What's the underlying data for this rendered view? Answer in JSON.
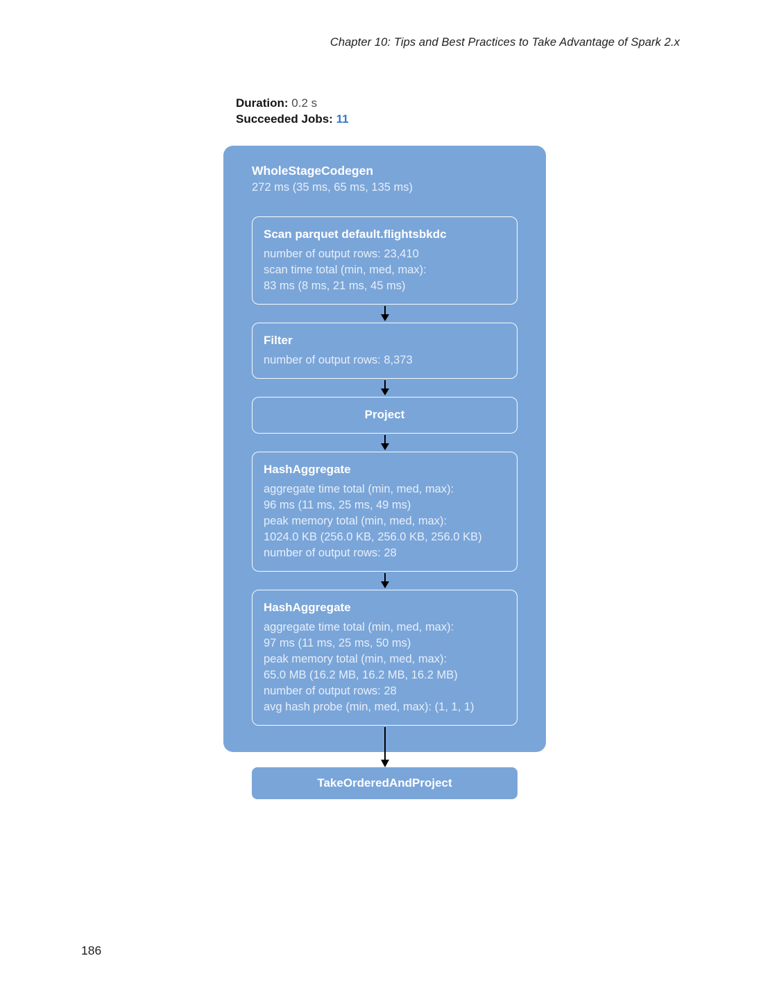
{
  "page": {
    "header": "Chapter 10: Tips and Best Practices to Take Advantage of Spark 2.x",
    "page_number": "186"
  },
  "stats": {
    "duration_label": "Duration:",
    "duration_value": "0.2 s",
    "jobs_label": "Succeeded Jobs:",
    "jobs_value": "11"
  },
  "colors": {
    "box_blue": "#7AA5D8",
    "link_blue": "#3A77C2",
    "text_light": "#E7EFFA"
  },
  "diagram": {
    "container": {
      "title": "WholeStageCodegen",
      "subtitle": "272 ms (35 ms, 65 ms, 135 ms)"
    },
    "nodes": [
      {
        "title": "Scan parquet default.flightsbkdc",
        "lines": [
          "number of output rows: 23,410",
          "scan time total (min, med, max):",
          "83 ms (8 ms, 21 ms, 45 ms)"
        ]
      },
      {
        "title": "Filter",
        "lines": [
          "number of output rows: 8,373"
        ]
      },
      {
        "title": "Project",
        "lines": []
      },
      {
        "title": "HashAggregate",
        "lines": [
          "aggregate time total (min, med, max):",
          "96 ms (11 ms, 25 ms, 49 ms)",
          "peak memory total (min, med, max):",
          "1024.0 KB (256.0 KB, 256.0 KB, 256.0 KB)",
          "number of output rows: 28"
        ]
      },
      {
        "title": "HashAggregate",
        "lines": [
          "aggregate time total (min, med, max):",
          "97 ms (11 ms, 25 ms, 50 ms)",
          "peak memory total (min, med, max):",
          "65.0 MB (16.2 MB, 16.2 MB, 16.2 MB)",
          "number of output rows: 28",
          "avg hash probe (min, med, max): (1, 1, 1)"
        ]
      }
    ],
    "final_node": {
      "title": "TakeOrderedAndProject"
    }
  }
}
